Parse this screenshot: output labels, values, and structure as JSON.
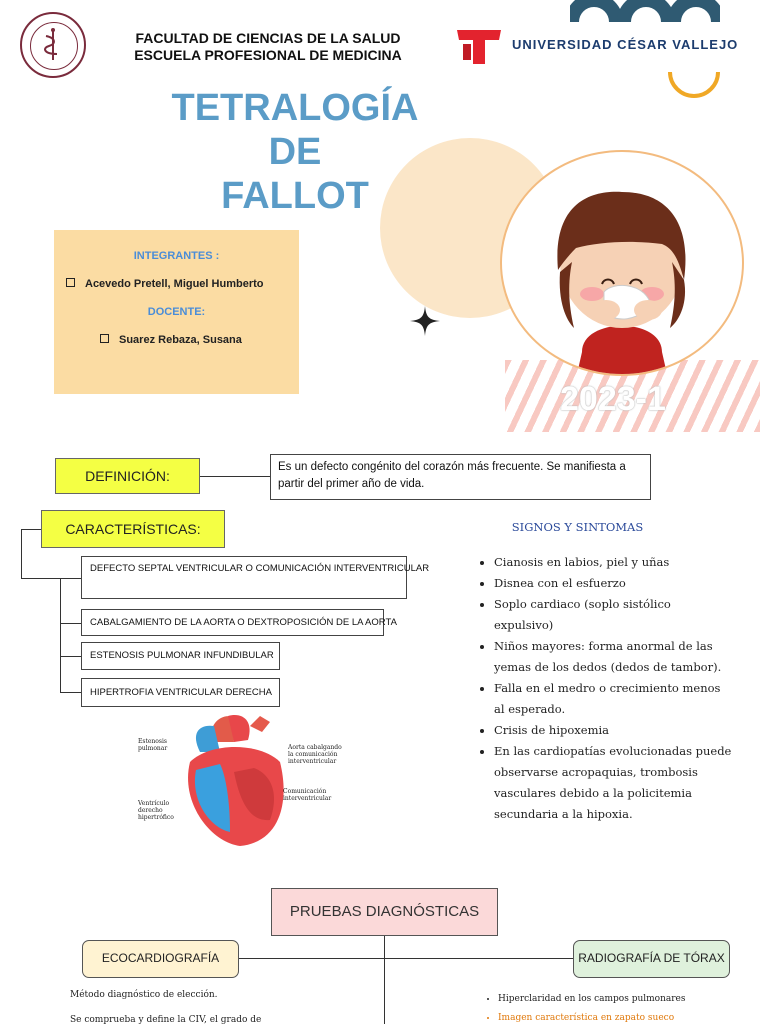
{
  "header": {
    "faculty": "FACULTAD DE CIENCIAS DE LA SALUD",
    "school": "ESCUELA PROFESIONAL DE MEDICINA",
    "university": "UNIVERSIDAD CÉSAR VALLEJO"
  },
  "title": {
    "line1": "TETRALOGÍA",
    "line2": "DE",
    "line3": "FALLOT"
  },
  "members": {
    "integrantes_label": "INTEGRANTES :",
    "integrante": "Acevedo Pretell, Miguel Humberto",
    "docente_label": "DOCENTE:",
    "docente": "Suarez Rebaza, Susana"
  },
  "year": "2023-1",
  "definition": {
    "label": "DEFINICIÓN:",
    "text": "Es un defecto congénito del corazón más frecuente. Se manifiesta a partir del primer año de vida."
  },
  "characteristics": {
    "label": "CARACTERÍSTICAS:",
    "items": [
      "DEFECTO SEPTAL VENTRICULAR O COMUNICACIÓN INTERVENTRICULAR",
      "CABALGAMIENTO DE LA AORTA O DEXTROPOSICIÓN DE LA AORTA",
      "ESTENOSIS PULMONAR INFUNDIBULAR",
      "HIPERTROFIA VENTRICULAR DERECHA"
    ]
  },
  "heart_labels": {
    "estenosis": "Estenosis pulmonar",
    "aorta": "Aorta cabalgando la comunicación interventricular",
    "comunicacion": "Comunicación interventricular",
    "ventriculo": "Ventrículo derecho hipertrófico"
  },
  "signs": {
    "title": "SIGNOS Y SINTOMAS",
    "items": [
      "Cianosis en labios, piel y uñas",
      "Disnea con el esfuerzo",
      "Soplo cardiaco (soplo sistólico expulsivo)",
      "Niños mayores: forma anormal de las yemas de los dedos (dedos de tambor).",
      "Falla en el medro o crecimiento menos al esperado.",
      "Crisis de hipoxemia",
      "En las cardiopatías evolucionadas puede observarse acropaquias, trombosis vasculares debido a la policitemia secundaria a la hipoxia."
    ]
  },
  "diagnostics": {
    "title": "PRUEBAS DIAGNÓSTICAS",
    "echo_label": "ECOCARDIOGRAFÍA",
    "echo_text1": "Método diagnóstico de elección.",
    "echo_text2": "Se comprueba y define la CIV, el grado de",
    "xray_label": "RADIOGRAFÍA DE TÓRAX",
    "xray_items": [
      "Hiperclaridad en los campos pulmonares",
      "Imagen característica en zapato sueco"
    ]
  },
  "colors": {
    "title_blue": "#5b9cc7",
    "highlight_yellow": "#f4ff44",
    "member_box": "#fbdca3",
    "orange": "#e0780a"
  }
}
